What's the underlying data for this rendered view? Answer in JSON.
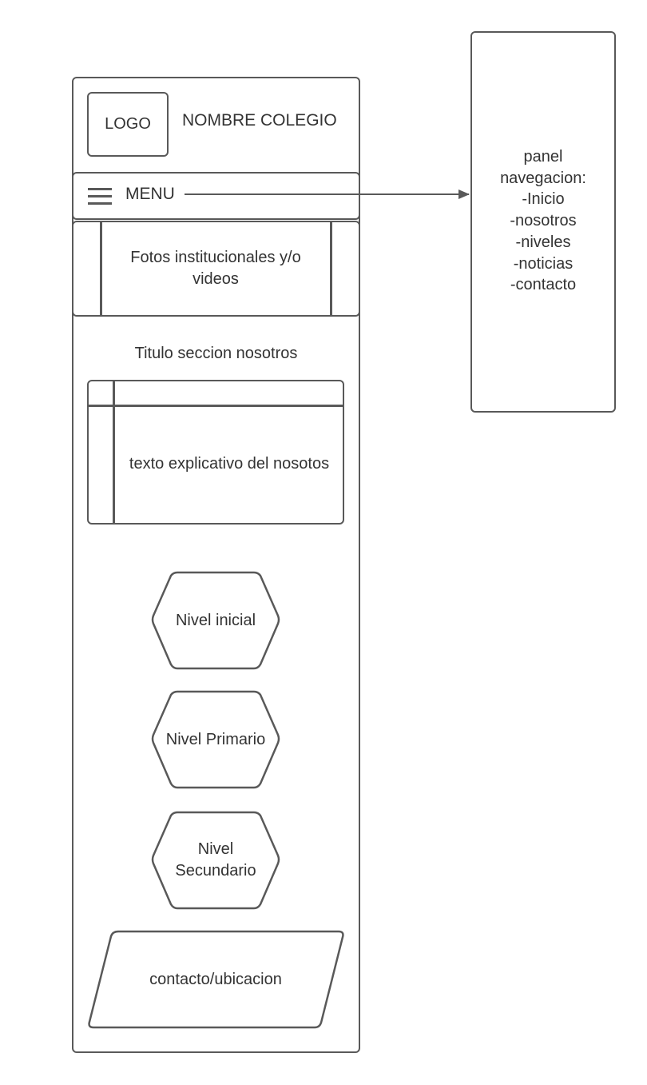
{
  "header": {
    "logo": "LOGO",
    "school_name": "NOMBRE COLEGIO"
  },
  "menu": {
    "label": "MENU"
  },
  "hero": {
    "line1": "Fotos institucionales y/o",
    "line2": "videos"
  },
  "about": {
    "title": "Titulo seccion nosotros",
    "text": "texto explicativo del nosotos"
  },
  "levels": [
    {
      "line1": "Nivel inicial",
      "line2": ""
    },
    {
      "line1": "Nivel Primario",
      "line2": ""
    },
    {
      "line1": "Nivel",
      "line2": "Secundario"
    }
  ],
  "contact": {
    "label": "contacto/ubicacion"
  },
  "nav_panel": {
    "title": "panel",
    "subtitle": "navegacion:",
    "items": [
      "-Inicio",
      "-nosotros",
      "-niveles",
      "-noticias",
      "-contacto"
    ]
  }
}
